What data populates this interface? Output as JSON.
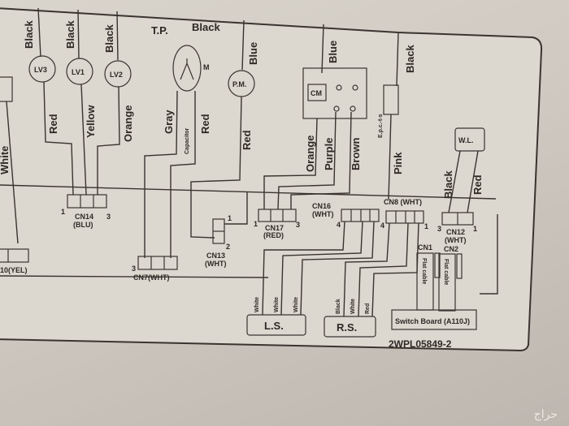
{
  "wires": {
    "lv3_top": "Black",
    "lv1_top": "Black",
    "lv2_top": "Black",
    "lv3_bottom": "Red",
    "lv1_bottom": "Yellow",
    "lv2_bottom": "Orange",
    "tp": "T.P.",
    "motor_top": "Black",
    "motor_left": "Gray",
    "capacitor": "Capacitor",
    "motor_right": "Red",
    "pm_top": "Blue",
    "pm_bottom": "Red",
    "cm_top": "Blue",
    "cm_1": "Orange",
    "cm_2": "Purple",
    "cm_3": "Brown",
    "sw_top": "Black",
    "sw_bottom": "Pink",
    "sw_note": "E.p.c.-t-s",
    "wl_left": "Black",
    "wl_right": "Red",
    "left_white": "White",
    "ls_1": "White",
    "ls_2": "White",
    "ls_3": "White",
    "rs_1": "Black",
    "rs_2": "White",
    "rs_3": "Red"
  },
  "components": {
    "lv3": "LV3",
    "lv1": "LV1",
    "lv2": "LV2",
    "pm": "P.M.",
    "cm": "CM",
    "wl": "W.L.",
    "motor_tag": "M",
    "ls": "L.S.",
    "rs": "R.S.",
    "switch_board": "Switch Board (A110J)",
    "flat_cable": "Flat cable"
  },
  "connectors": {
    "cn14": "CN14",
    "cn14_color": "(BLU)",
    "cn17": "CN17",
    "cn17_color": "(RED)",
    "cn13": "CN13",
    "cn13_color": "(WHT)",
    "cn16": "CN16",
    "cn16_color": "(WHT)",
    "cn8": "CN8 (WHT)",
    "cn12": "CN12",
    "cn12_color": "(WHT)",
    "cn7": "CN7(WHT)",
    "cn10": "10(YEL)",
    "cn1": "CN1",
    "cn2": "CN2",
    "pin1": "1",
    "pin2": "2",
    "pin3": "3",
    "pin4": "4"
  },
  "part_number": "2WPL05849-2",
  "watermark": "حراج"
}
